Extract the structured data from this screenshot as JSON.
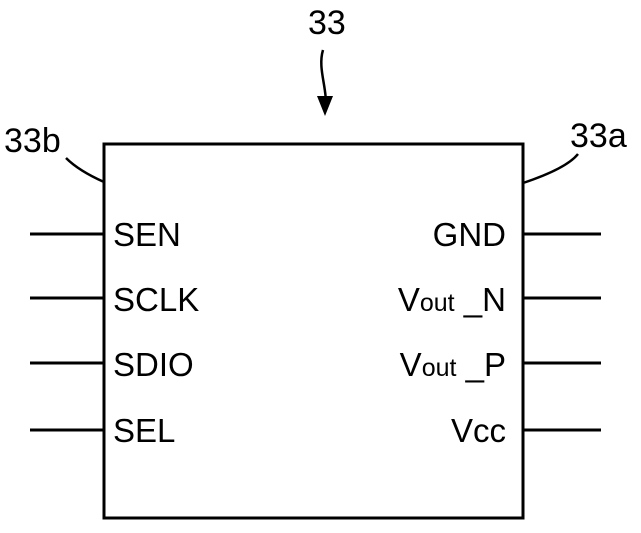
{
  "diagram": {
    "reference_numeral": "33",
    "right_side_callout": "33a",
    "left_side_callout": "33b",
    "left_pins": [
      {
        "label": "SEN"
      },
      {
        "label": "SCLK"
      },
      {
        "label": "SDIO"
      },
      {
        "label": "SEL"
      }
    ],
    "right_pins": [
      {
        "main": "GND",
        "sub": "",
        "tail": ""
      },
      {
        "main": "V",
        "sub": "out",
        "tail": " _N"
      },
      {
        "main": "V",
        "sub": "out",
        "tail": " _P"
      },
      {
        "main": "Vcc",
        "sub": "",
        "tail": ""
      }
    ]
  }
}
